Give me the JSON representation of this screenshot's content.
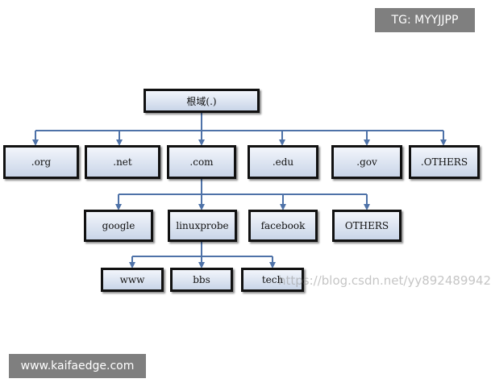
{
  "overlay": {
    "tg_label": "TG: MYYJJPP",
    "site_label": "www.kaifaedge.com",
    "watermark": "https://blog.csdn.net/yy892489942"
  },
  "colors": {
    "connector": "#4e72a8",
    "box_fill_top": "#f2f5fb",
    "box_fill_bottom": "#c9d5e8",
    "box_border": "#111111",
    "overlay_bg": "#7f7f7f"
  },
  "tree": {
    "root": "根域(.)",
    "tld": [
      ".org",
      ".net",
      ".com",
      ".edu",
      ".gov",
      ".OTHERS"
    ],
    "com_children": [
      "google",
      "linuxprobe",
      "facebook",
      "OTHERS"
    ],
    "linuxprobe_children": [
      "www",
      "bbs",
      "tech"
    ]
  }
}
